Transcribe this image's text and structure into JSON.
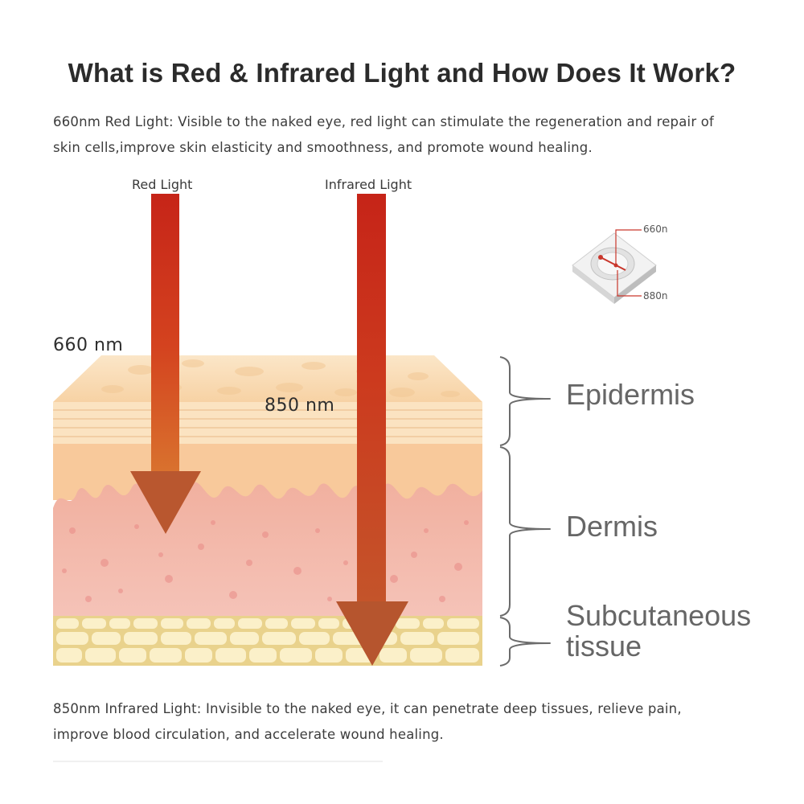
{
  "title": "What is Red & Infrared Light and How Does It Work?",
  "intro": {
    "line1": "660nm Red Light: Visible to the naked eye, red light can stimulate the regeneration and repair of",
    "line2": "skin cells,improve skin elasticity and smoothness, and promote wound healing."
  },
  "beams": {
    "red": {
      "label": "Red Light",
      "wavelength": "660  nm"
    },
    "infrared": {
      "label": "Infrared Light",
      "wavelength": "850  nm"
    }
  },
  "layers": {
    "epidermis": "Epidermis",
    "dermis": "Dermis",
    "subcutaneous_line1": "Subcutaneous",
    "subcutaneous_line2": "tissue"
  },
  "chip": {
    "top_label": "660n",
    "bottom_label": "880n"
  },
  "outro": {
    "line1": "850nm Infrared  Light: Invisible to the naked eye, it can penetrate deep tissues, relieve pain,",
    "line2": "improve blood circulation, and accelerate wound healing."
  },
  "colors": {
    "beam_red": "#c8261a",
    "arrow_head": "#b9582f",
    "epidermis": "#f8d3a6",
    "dermis": "#f0a9a0",
    "fat": "#f4e1a6",
    "bracket": "#666666"
  }
}
